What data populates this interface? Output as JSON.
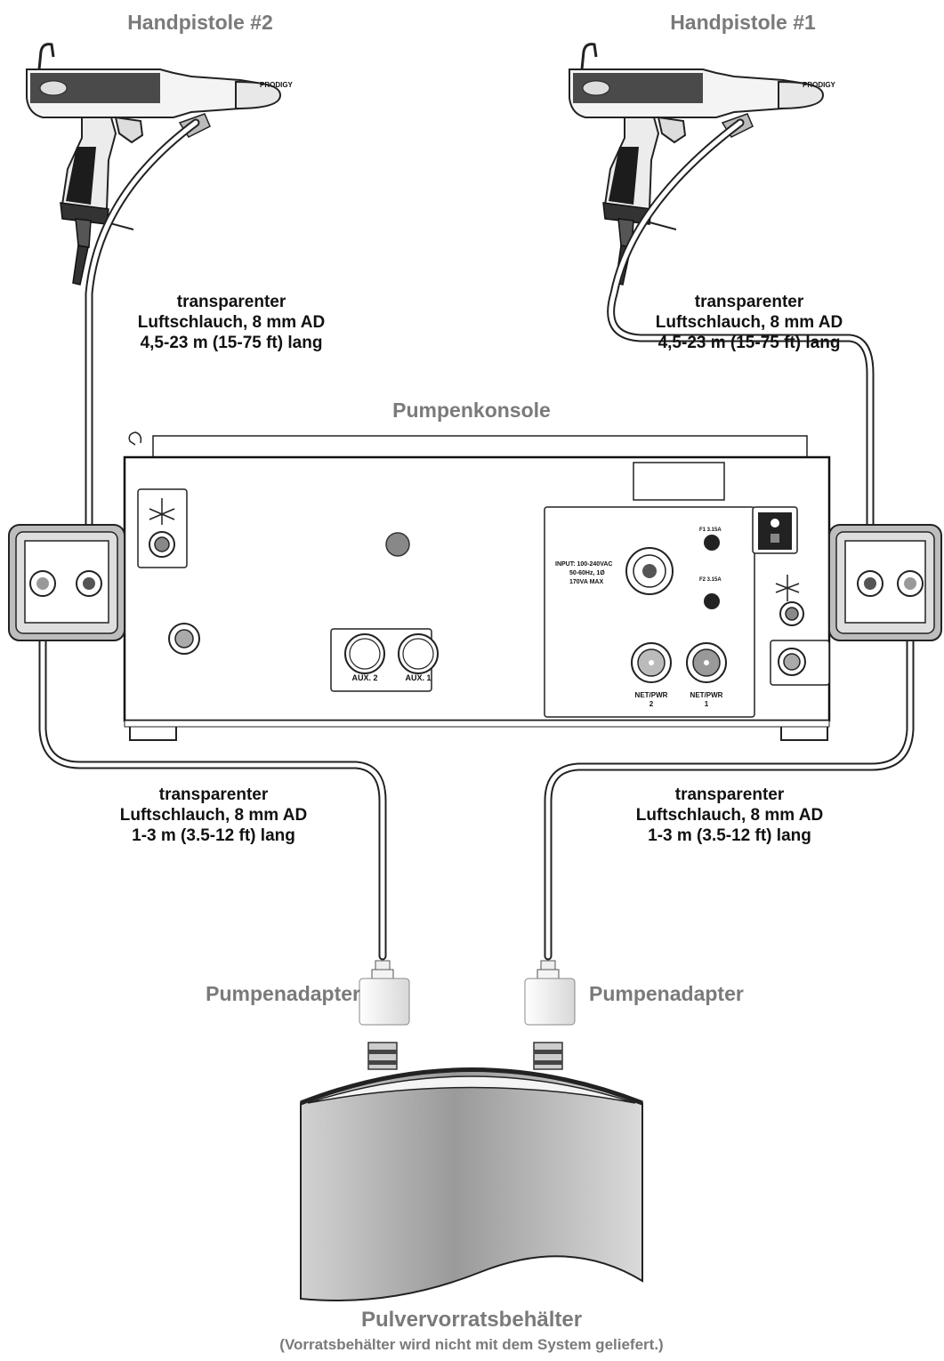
{
  "guns": {
    "gun2": {
      "title": "Handpistole #2",
      "brand": "PRODIGY"
    },
    "gun1": {
      "title": "Handpistole #1",
      "brand": "PRODIGY"
    }
  },
  "hoses": {
    "upper_left": {
      "line1": "transparenter",
      "line2": "Luftschlauch, 8 mm AD",
      "line3": "4,5-23 m  (15-75 ft) lang"
    },
    "upper_right": {
      "line1": "transparenter",
      "line2": "Luftschlauch, 8 mm AD",
      "line3": "4,5-23 m  (15-75 ft) lang"
    },
    "lower_left": {
      "line1": "transparenter",
      "line2": "Luftschlauch, 8 mm AD",
      "line3": "1-3 m (3.5-12 ft) lang"
    },
    "lower_right": {
      "line1": "transparenter",
      "line2": "Luftschlauch, 8 mm AD",
      "line3": "1-3 m (3.5-12 ft) lang"
    }
  },
  "console": {
    "title": "Pumpenkonsole",
    "input_label": [
      "INPUT: 100-240VAC",
      "50-60Hz, 1Ø",
      "170VA MAX"
    ],
    "fuse1": "F1 3.15A",
    "fuse2": "F2 3.15A",
    "aux2": "AUX. 2",
    "aux1": "AUX. 1",
    "netpwr2": [
      "NET/PWR",
      "2"
    ],
    "netpwr1": [
      "NET/PWR",
      "1"
    ]
  },
  "adapters": {
    "left": {
      "label": "Pumpenadapter"
    },
    "right": {
      "label": "Pumpenadapter"
    }
  },
  "container": {
    "title": "Pulvervorratsbehälter",
    "note": "(Vorratsbehälter wird nicht mit dem System geliefert.)"
  }
}
